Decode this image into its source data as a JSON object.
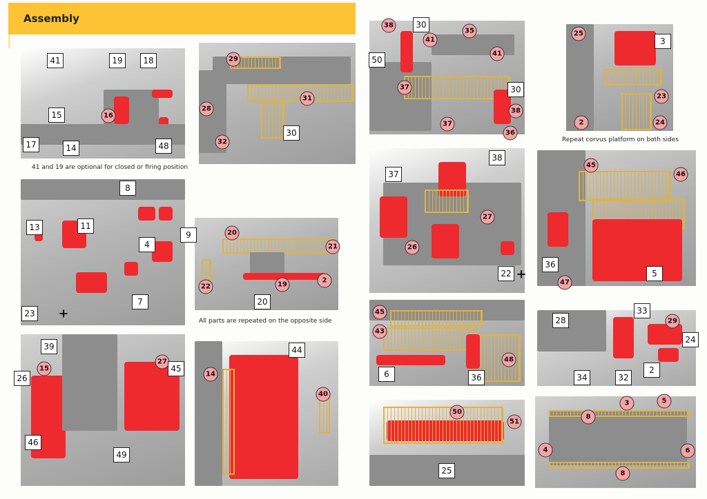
{
  "header": {
    "title": "Assembly",
    "color": "#fcc435"
  },
  "captions": {
    "p1": "41 and 19 are optional for closed or firing position",
    "p4": "All parts are repeated on the opposite side",
    "r2": "Repeat corvus platform on both sides"
  },
  "plus_sign": "+",
  "panels": [
    {
      "id": "p1",
      "callouts": [
        {
          "n": "41",
          "t": "box"
        },
        {
          "n": "19",
          "t": "box"
        },
        {
          "n": "18",
          "t": "box"
        },
        {
          "n": "15",
          "t": "box"
        },
        {
          "n": "16",
          "t": "circle"
        },
        {
          "n": "14",
          "t": "box"
        },
        {
          "n": "17",
          "t": "box"
        },
        {
          "n": "48",
          "t": "box"
        }
      ]
    },
    {
      "id": "p2",
      "callouts": [
        {
          "n": "29",
          "t": "circle"
        },
        {
          "n": "28",
          "t": "circle"
        },
        {
          "n": "31",
          "t": "circle"
        },
        {
          "n": "30",
          "t": "box"
        },
        {
          "n": "32",
          "t": "circle"
        }
      ]
    },
    {
      "id": "p3",
      "callouts": [
        {
          "n": "8",
          "t": "box"
        },
        {
          "n": "13",
          "t": "box"
        },
        {
          "n": "11",
          "t": "box"
        },
        {
          "n": "9",
          "t": "box"
        },
        {
          "n": "4",
          "t": "box"
        },
        {
          "n": "7",
          "t": "box"
        },
        {
          "n": "23",
          "t": "box"
        }
      ]
    },
    {
      "id": "p4",
      "callouts": [
        {
          "n": "20",
          "t": "circle"
        },
        {
          "n": "21",
          "t": "circle"
        },
        {
          "n": "22",
          "t": "circle"
        },
        {
          "n": "19",
          "t": "circle"
        },
        {
          "n": "2",
          "t": "circle"
        },
        {
          "n": "20",
          "t": "box"
        }
      ]
    },
    {
      "id": "p5",
      "callouts": [
        {
          "n": "39",
          "t": "box"
        },
        {
          "n": "15",
          "t": "circle"
        },
        {
          "n": "26",
          "t": "box"
        },
        {
          "n": "27",
          "t": "circle"
        },
        {
          "n": "45",
          "t": "box"
        },
        {
          "n": "46",
          "t": "box"
        },
        {
          "n": "49",
          "t": "box"
        }
      ]
    },
    {
      "id": "p6",
      "callouts": [
        {
          "n": "44",
          "t": "box"
        },
        {
          "n": "14",
          "t": "circle"
        },
        {
          "n": "40",
          "t": "circle"
        }
      ]
    },
    {
      "id": "r1",
      "callouts": [
        {
          "n": "38",
          "t": "circle"
        },
        {
          "n": "30",
          "t": "box"
        },
        {
          "n": "41",
          "t": "circle"
        },
        {
          "n": "35",
          "t": "circle"
        },
        {
          "n": "50",
          "t": "box"
        },
        {
          "n": "37",
          "t": "circle"
        },
        {
          "n": "41",
          "t": "circle"
        },
        {
          "n": "30",
          "t": "box"
        },
        {
          "n": "38",
          "t": "circle"
        },
        {
          "n": "37",
          "t": "circle"
        },
        {
          "n": "36",
          "t": "circle"
        }
      ]
    },
    {
      "id": "r2",
      "callouts": [
        {
          "n": "25",
          "t": "circle"
        },
        {
          "n": "3",
          "t": "box"
        },
        {
          "n": "23",
          "t": "circle"
        },
        {
          "n": "2",
          "t": "circle"
        },
        {
          "n": "24",
          "t": "circle"
        }
      ]
    },
    {
      "id": "r3",
      "callouts": [
        {
          "n": "37",
          "t": "box"
        },
        {
          "n": "38",
          "t": "box"
        },
        {
          "n": "27",
          "t": "circle"
        },
        {
          "n": "26",
          "t": "circle"
        },
        {
          "n": "22",
          "t": "box"
        }
      ]
    },
    {
      "id": "r4",
      "callouts": [
        {
          "n": "45",
          "t": "circle"
        },
        {
          "n": "46",
          "t": "circle"
        },
        {
          "n": "36",
          "t": "box"
        },
        {
          "n": "47",
          "t": "circle"
        },
        {
          "n": "5",
          "t": "box"
        }
      ]
    },
    {
      "id": "r5",
      "callouts": [
        {
          "n": "45",
          "t": "circle"
        },
        {
          "n": "43",
          "t": "circle"
        },
        {
          "n": "6",
          "t": "box"
        },
        {
          "n": "36",
          "t": "box"
        },
        {
          "n": "48",
          "t": "circle"
        }
      ]
    },
    {
      "id": "r6",
      "callouts": [
        {
          "n": "33",
          "t": "box"
        },
        {
          "n": "28",
          "t": "box"
        },
        {
          "n": "29",
          "t": "circle"
        },
        {
          "n": "24",
          "t": "box"
        },
        {
          "n": "34",
          "t": "box"
        },
        {
          "n": "32",
          "t": "box"
        },
        {
          "n": "2",
          "t": "box"
        }
      ]
    },
    {
      "id": "r7",
      "callouts": [
        {
          "n": "50",
          "t": "circle"
        },
        {
          "n": "51",
          "t": "circle"
        },
        {
          "n": "25",
          "t": "box"
        }
      ]
    },
    {
      "id": "r8",
      "callouts": [
        {
          "n": "5",
          "t": "circle"
        },
        {
          "n": "3",
          "t": "circle"
        },
        {
          "n": "8",
          "t": "circle"
        },
        {
          "n": "4",
          "t": "circle"
        },
        {
          "n": "6",
          "t": "circle"
        },
        {
          "n": "8",
          "t": "circle"
        }
      ]
    }
  ]
}
